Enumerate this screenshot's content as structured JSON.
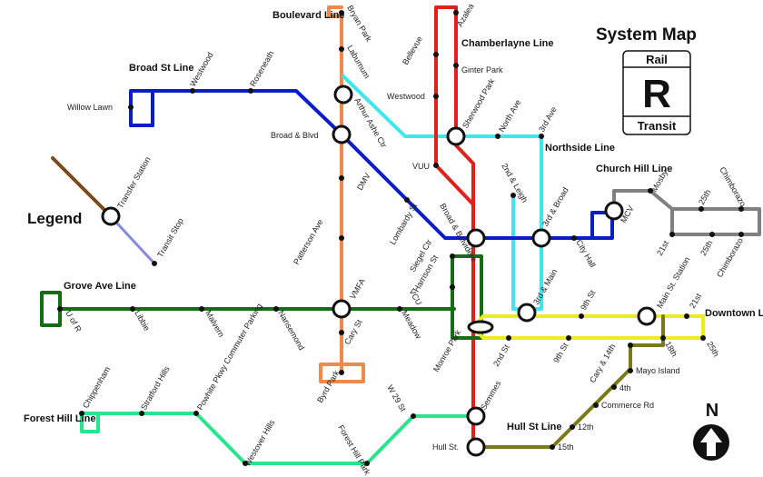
{
  "title": "System Map",
  "logo": {
    "top": "Rail",
    "letter": "R",
    "bottom": "Transit"
  },
  "legend": {
    "title": "Legend",
    "transfer": "Transfer Station",
    "stop": "Transit Stop"
  },
  "compass": "N",
  "colors": {
    "boulevard": "#f0894e",
    "chamberlayne": "#e0201a",
    "broad": "#0a1ec8",
    "northside": "#3ee6ee",
    "churchhill": "#808080",
    "grove": "#156e15",
    "downtown": "#ecec20",
    "foresthill": "#28e48c",
    "hullst": "#7a7a1a"
  },
  "lines": {
    "boulevard": "Boulevard Line",
    "chamberlayne": "Chamberlayne Line",
    "broad": "Broad St Line",
    "northside": "Northside Line",
    "churchhill": "Church Hill Line",
    "grove": "Grove Ave Line",
    "downtown": "Downtown Line",
    "foresthill": "Forest Hill Line",
    "hullst": "Hull St Line"
  },
  "stations": {
    "bryan_park": "Bryan Park",
    "laburnum": "Laburnum",
    "arthur_ashe": "Arthur Ashe Ctr",
    "broad_blvd": "Broad & Blvd",
    "dmv": "DMV",
    "patterson": "Patterson Ave",
    "vmfa": "VMFA",
    "cary_st": "Cary St",
    "byrd_park": "Byrd Park",
    "azalea": "Azalea",
    "bellevue": "Bellevue",
    "ginter_park": "Ginter Park",
    "westwood_n": "Westwood",
    "sherwood_park": "Sherwood Park",
    "vuu": "VUU",
    "broad_belvidere": "Broad & Belvidere",
    "siegel": "Siegel Ctr",
    "harrison": "Harrison St",
    "vcu": "VCU",
    "monroe_park": "Monroe Park",
    "semmes": "Semmes",
    "hull_st": "Hull St.",
    "willow_lawn": "Willow Lawn",
    "westwood_w": "Westwood",
    "roseneath": "Roseneath",
    "lombardy": "Lombardy St",
    "north_ave": "North Ave",
    "third_ave": "3rd Ave",
    "second_leigh": "2nd & Leigh",
    "third_broad": "3rd & Broad",
    "city_hall": "City Hall",
    "mcv": "MCV",
    "mosby": "Mosby",
    "twentyfifth_a": "25th",
    "chimborazo_a": "Chimborazo",
    "twentyfirst_b": "21st",
    "twentyfifth_b": "25th",
    "chimborazo_b": "Chimborazo",
    "u_of_r": "U of R",
    "libbie": "Libbie",
    "malvern": "Malvern",
    "nansemond": "Nansemond",
    "meadow": "Meadow",
    "third_main": "3rd & Main",
    "ninth_st_a": "9th St",
    "second_st": "2nd St",
    "ninth_st_b": "9th St",
    "main_st_station": "Main St. Station",
    "twentyfirst_d": "21st",
    "twentyfifth_d": "25th",
    "cary_14th": "Cary & 14th",
    "eighteenth": "18th",
    "mayo_island": "Mayo Island",
    "fourth": "4th",
    "commerce_rd": "Commerce Rd",
    "twelfth": "12th",
    "fifteenth": "15th",
    "chippenham": "Chippenham",
    "stratford_hills": "Stratford Hills",
    "powhite": "Powhite Pkwy Commuter Parking",
    "westover": "Westover Hills",
    "forest_hill_park": "Forest Hill Park",
    "w29": "W 29 St"
  }
}
